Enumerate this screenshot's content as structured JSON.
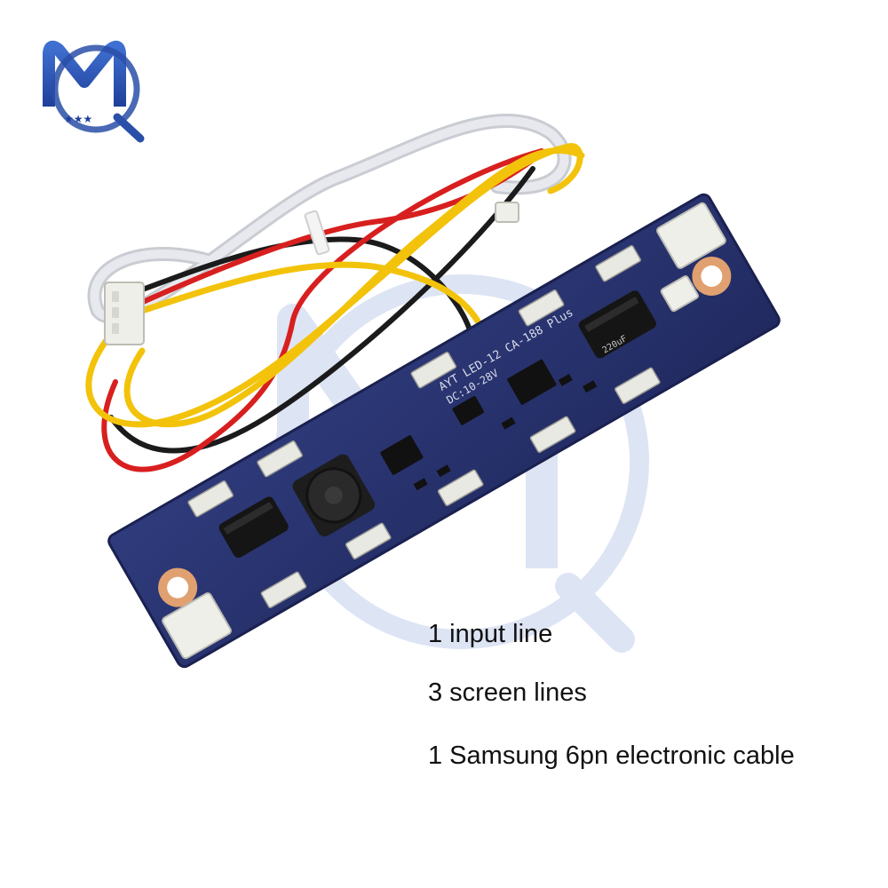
{
  "product_photo": {
    "subject": "LED backlight driver board with wire harness"
  },
  "captions": {
    "line1": "1 input line",
    "line2": "3 screen lines",
    "line3": "1 Samsung 6pn electronic cable"
  },
  "board_markings": {
    "model": "AYT LED-12 CA-188 Plus",
    "voltage": "DC:10-28V",
    "cap_label": "220uF"
  },
  "colors": {
    "pcb": "#27326e",
    "logo_blue": "#2a4fa8",
    "watermark": "#9fb4e0",
    "wire_red": "#d81f1f",
    "wire_yellow": "#f2c30a",
    "wire_black": "#1b1b1b",
    "connector_white": "#efefe9"
  }
}
